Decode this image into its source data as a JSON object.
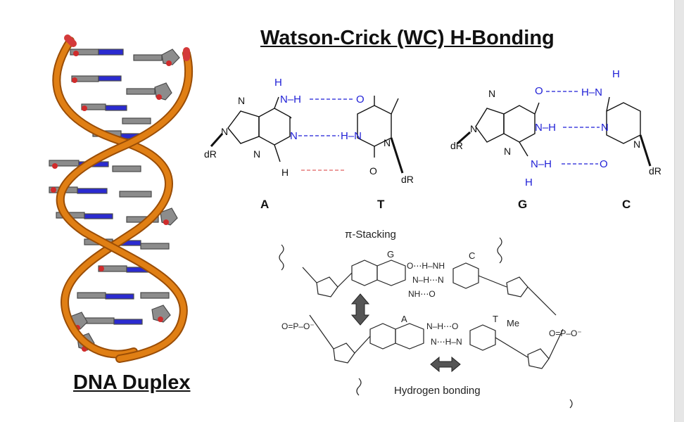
{
  "slide": {
    "title": "Watson-Crick (WC) H-Bonding",
    "dna_caption": "DNA Duplex"
  },
  "at_pair": {
    "base_a_label": "A",
    "base_t_label": "T",
    "h_donor_amine": "H",
    "nh_amine": "N–H",
    "acceptor_o": "O",
    "h_on_t": "H–N",
    "ring_n": "N",
    "h_ch": "H",
    "sugar_left": "dR",
    "sugar_right": "dR"
  },
  "gc_pair": {
    "base_g_label": "G",
    "base_c_label": "C",
    "o_g": "O",
    "hn_c": "H–N",
    "h_top": "H",
    "nh_g": "N–H",
    "n_c": "N",
    "nh_g2": "N–H",
    "o_c": "O",
    "h_bottom": "H",
    "sugar_left": "dR",
    "sugar_right": "dR"
  },
  "stacking_figure": {
    "pi_stacking_label": "π-Stacking",
    "hbond_label": "Hydrogen bonding",
    "g": "G",
    "c": "C",
    "a": "A",
    "t": "T",
    "me": "Me",
    "gc_top": "O⋯H–NH",
    "gc_mid": "N–H⋯N",
    "gc_bot": "NH⋯O",
    "at_top": "N–H⋯O",
    "at_bot": "N⋯H–N",
    "phosphate_left": "O=P–O⁻",
    "phosphate_right": "O=P–O⁻"
  },
  "colors": {
    "backbone": "#d9740f",
    "backbone_dark": "#9a4d06",
    "base_n": "#2b2bd0",
    "base_o": "#d02b2b",
    "base_c": "#8a8a8a",
    "hbond_blue": "#1f1fd6",
    "ch_contact_red": "#e06060"
  }
}
